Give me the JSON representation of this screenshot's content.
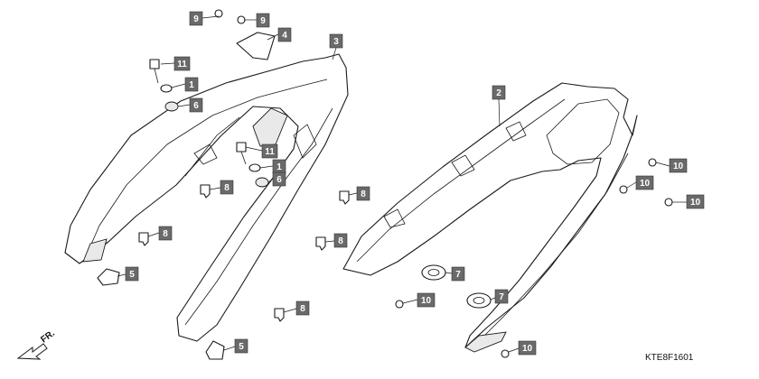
{
  "diagram": {
    "drawing_code": "KTE8F1601",
    "direction_label": "FR.",
    "colors": {
      "label_fill": "#6a6a6a",
      "label_text": "#ffffff",
      "line": "#1a1a1a"
    },
    "callouts": [
      {
        "id": "c1",
        "text": "9"
      },
      {
        "id": "c2",
        "text": "9"
      },
      {
        "id": "c3",
        "text": "4"
      },
      {
        "id": "c4",
        "text": "3"
      },
      {
        "id": "c5",
        "text": "11"
      },
      {
        "id": "c6",
        "text": "1"
      },
      {
        "id": "c7",
        "text": "6"
      },
      {
        "id": "c8",
        "text": "11"
      },
      {
        "id": "c9",
        "text": "1"
      },
      {
        "id": "c10",
        "text": "6"
      },
      {
        "id": "c11",
        "text": "8"
      },
      {
        "id": "c12",
        "text": "8"
      },
      {
        "id": "c13",
        "text": "8"
      },
      {
        "id": "c14",
        "text": "8"
      },
      {
        "id": "c15",
        "text": "8"
      },
      {
        "id": "c16",
        "text": "5"
      },
      {
        "id": "c17",
        "text": "5"
      },
      {
        "id": "c18",
        "text": "2"
      },
      {
        "id": "c19",
        "text": "10"
      },
      {
        "id": "c20",
        "text": "10"
      },
      {
        "id": "c21",
        "text": "10"
      },
      {
        "id": "c22",
        "text": "7"
      },
      {
        "id": "c23",
        "text": "10"
      },
      {
        "id": "c24",
        "text": "7"
      },
      {
        "id": "c25",
        "text": "10"
      }
    ]
  }
}
